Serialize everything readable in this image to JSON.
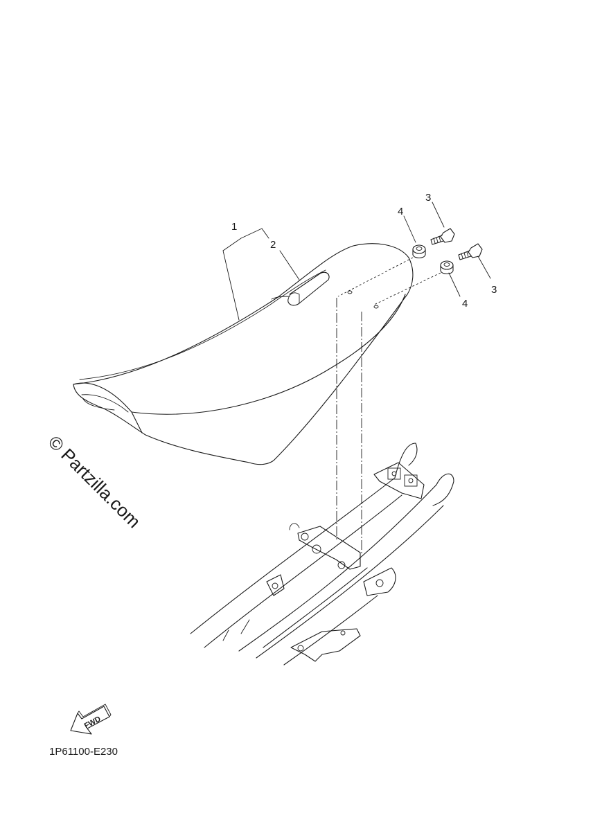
{
  "callouts": {
    "part1": "1",
    "part2": "2",
    "part3_upper": "3",
    "part3_lower": "3",
    "part4_upper": "4",
    "part4_lower": "4"
  },
  "watermark": "© Partzilla.com",
  "fwd_label": "FWD",
  "diagram_code": "1P61100-E230",
  "icons": {
    "direction": "fwd-arrow-icon"
  }
}
